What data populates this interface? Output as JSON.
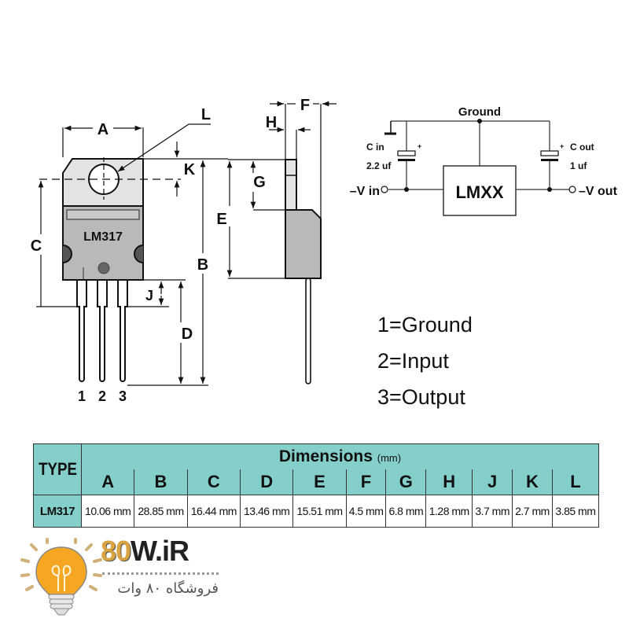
{
  "front_view": {
    "part_label": "LM317",
    "dimension_labels": [
      "A",
      "B",
      "C",
      "D",
      "J",
      "K",
      "L"
    ],
    "pin_numbers": [
      "1",
      "2",
      "3"
    ]
  },
  "side_view": {
    "dimension_labels": [
      "E",
      "F",
      "G",
      "H"
    ]
  },
  "circuit": {
    "ground_label": "Ground",
    "regulator_label": "LMXX",
    "cin_label": "C in",
    "cin_value": "2.2 uf",
    "cout_label": "C out",
    "cout_value": "1 uf",
    "vin_label": "–V in",
    "vout_label": "–V out",
    "plus_sign": "+"
  },
  "pin_legend": [
    {
      "text": "1=Ground"
    },
    {
      "text": "2=Input"
    },
    {
      "text": "3=Output"
    }
  ],
  "table": {
    "type_header": "TYPE",
    "title": "Dimensions",
    "unit": "(mm)",
    "columns": [
      "A",
      "B",
      "C",
      "D",
      "E",
      "F",
      "G",
      "H",
      "J",
      "K",
      "L"
    ],
    "rows": [
      {
        "type": "LM317",
        "values": [
          "10.06 mm",
          "28.85 mm",
          "16.44 mm",
          "13.46 mm",
          "15.51 mm",
          "4.5 mm",
          "6.8 mm",
          "1.28 mm",
          "3.7 mm",
          "2.7 mm",
          "3.85 mm"
        ]
      }
    ]
  },
  "logo": {
    "brand_number": "80",
    "brand_domain": "W.iR",
    "tagline": "فروشگاه ۸۰ وات",
    "colors": {
      "bulb": "#f5a623",
      "rays": "#d2b07a",
      "brand": "#d9a441"
    }
  },
  "colors": {
    "table_header": "#84cfc9",
    "body_gray": "#b9b9b9",
    "tab_gray": "#e0e0e0"
  }
}
